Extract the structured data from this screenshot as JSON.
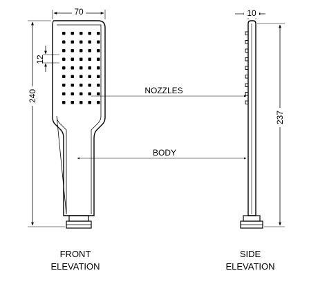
{
  "dimensions": {
    "front_width": "70",
    "front_height": "240",
    "nozzle_pitch": "12",
    "side_depth": "10",
    "side_height": "237"
  },
  "callouts": {
    "nozzles": "NOZZLES",
    "body": "BODY"
  },
  "captions": {
    "front_line1": "FRONT",
    "front_line2": "ELEVATION",
    "side_line1": "SIDE",
    "side_line2": "ELEVATION"
  },
  "nozzle_grid": {
    "columns": 5,
    "rows": 9
  }
}
